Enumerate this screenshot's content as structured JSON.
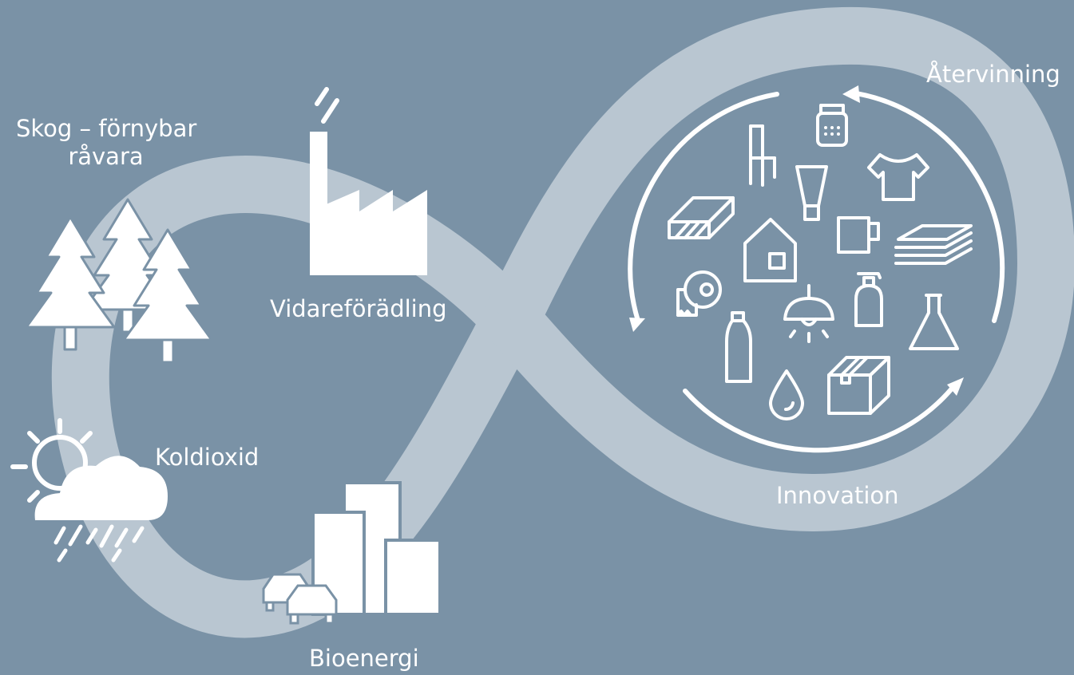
{
  "colors": {
    "background": "#7a92a6",
    "loop": "#b9c6d1",
    "icon": "#ffffff"
  },
  "labels": {
    "forest_line1": "Skog – förnybar",
    "forest_line2": "råvara",
    "refining": "Vidareförädling",
    "carbon_dioxide": "Koldioxid",
    "bioenergy": "Bioenergi",
    "innovation": "Innovation",
    "recycling": "Återvinning"
  },
  "icons": {
    "forest": "trees-icon",
    "factory": "factory-icon",
    "weather": "sun-cloud-rain-icon",
    "city": "buildings-cars-icon",
    "recycling_cycle": "circular-arrows-icon",
    "products": [
      "jar-icon",
      "chair-icon",
      "tube-icon",
      "tshirt-icon",
      "timber-icon",
      "house-icon",
      "mug-icon",
      "paper-stack-icon",
      "toilet-roll-icon",
      "lamp-icon",
      "soap-bottle-icon",
      "flask-icon",
      "bottle-icon",
      "drop-icon",
      "box-icon"
    ]
  }
}
